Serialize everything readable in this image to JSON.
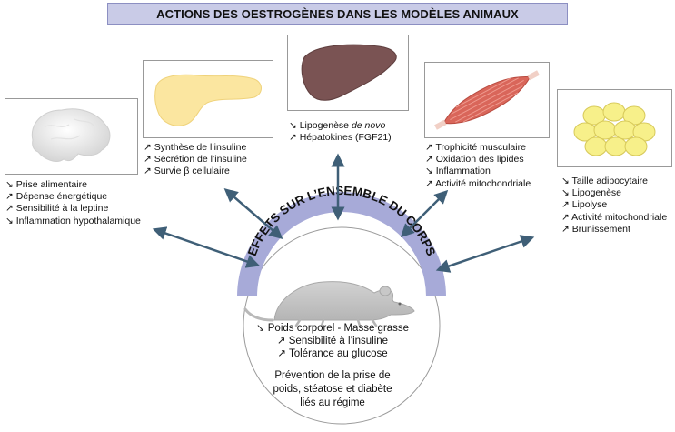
{
  "title": "ACTIONS DES OESTROGÈNES DANS LES MODÈLES ANIMAUX",
  "center": {
    "arc_label": "EFFETS SUR L’ENSEMBLE DU CORPS",
    "effects": [
      "↘ Poids corporel - Masse grasse",
      "↗ Sensibilité à l’insuline",
      "↗ Tolérance au glucose"
    ],
    "prevention": [
      "Prévention de la prise de",
      "poids, stéatose et diabète",
      "liés au régime"
    ]
  },
  "organs": {
    "brain": {
      "icon": "brain-icon",
      "items": [
        "↘ Prise alimentaire",
        "↗ Dépense énergétique",
        "↗ Sensibilité à la leptine",
        "↘ Inflammation hypothalamique"
      ]
    },
    "pancreas": {
      "icon": "pancreas-icon",
      "items": [
        "↗ Synthèse de l’insuline",
        "↗ Sécrétion de l’insuline",
        "↗ Survie β cellulaire"
      ]
    },
    "liver": {
      "icon": "liver-icon",
      "line1_prefix": "↘ Lipogenèse ",
      "line1_italic": "de novo",
      "line2": "↗ Hépatokines (FGF21)"
    },
    "muscle": {
      "icon": "muscle-icon",
      "items": [
        "↗ Trophicité musculaire",
        "↗ Oxidation des lipides",
        "↘ Inflammation",
        "↗ Activité mitochondriale"
      ]
    },
    "adipose": {
      "icon": "adipocytes-icon",
      "items": [
        "↘ Taille adipocytaire",
        "↘ Lipogenèse",
        "↗ Lipolyse",
        "↗ Activité mitochondriale",
        "↗ Brunissement"
      ]
    }
  },
  "colors": {
    "banner": "#c9cbe7",
    "arc": "#a7aad8",
    "arrow": "#3f5f77",
    "liver": "#7a5353",
    "pancreas": "#fbe6a0",
    "muscle": "#d9665a",
    "fat": "#f7f08a"
  }
}
